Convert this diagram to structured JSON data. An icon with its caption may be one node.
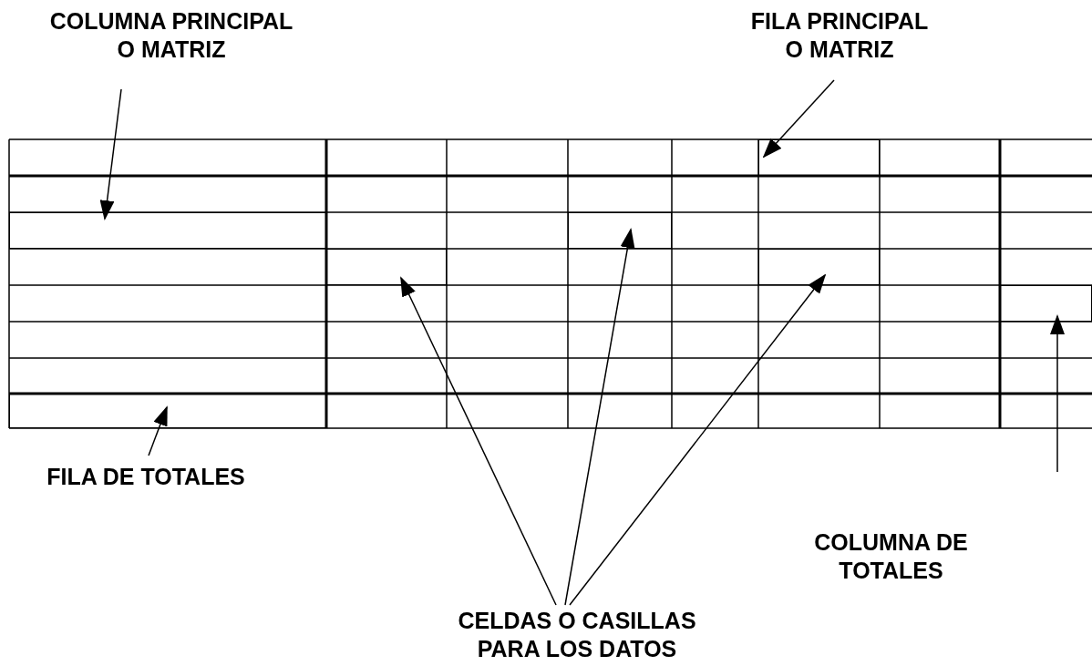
{
  "diagram": {
    "nodes": [
      {
        "text": [
          "COLUMNA PRINCIPAL O MATRIZ"
        ]
      },
      {
        "text": [
          "FILA PRINCIPAL O MATRIZ"
        ]
      },
      {
        "text": [
          "FILA DE TOTALES"
        ]
      },
      {
        "text": [
          "COLUMNA DE TOTALES"
        ]
      },
      {
        "text": [
          "CELDAS O CASILLAS PARA LOS DATOS"
        ]
      },
      {
        "text": [],
        "shape": "box"
      },
      {
        "text": [],
        "shape": "box"
      },
      {
        "text": [],
        "shape": "box"
      },
      {
        "text": [],
        "shape": "box"
      },
      {
        "text": [],
        "shape": "box"
      },
      {
        "text": [],
        "shape": "box"
      },
      {
        "text": [],
        "shape": "box"
      }
    ],
    "edges": [
      {
        "from": 0,
        "to": 6,
        "arrow": "to"
      },
      {
        "from": 1,
        "to": 5,
        "arrow": "to"
      },
      {
        "from": 2,
        "to": 11,
        "arrow": "to"
      },
      {
        "from": null,
        "to": 10,
        "arrow": "to"
      },
      {
        "from": 4,
        "to": 8,
        "arrow": "to"
      },
      {
        "from": 4,
        "to": 7,
        "arrow": "to"
      },
      {
        "from": 4,
        "to": 9,
        "arrow": "to"
      }
    ]
  }
}
